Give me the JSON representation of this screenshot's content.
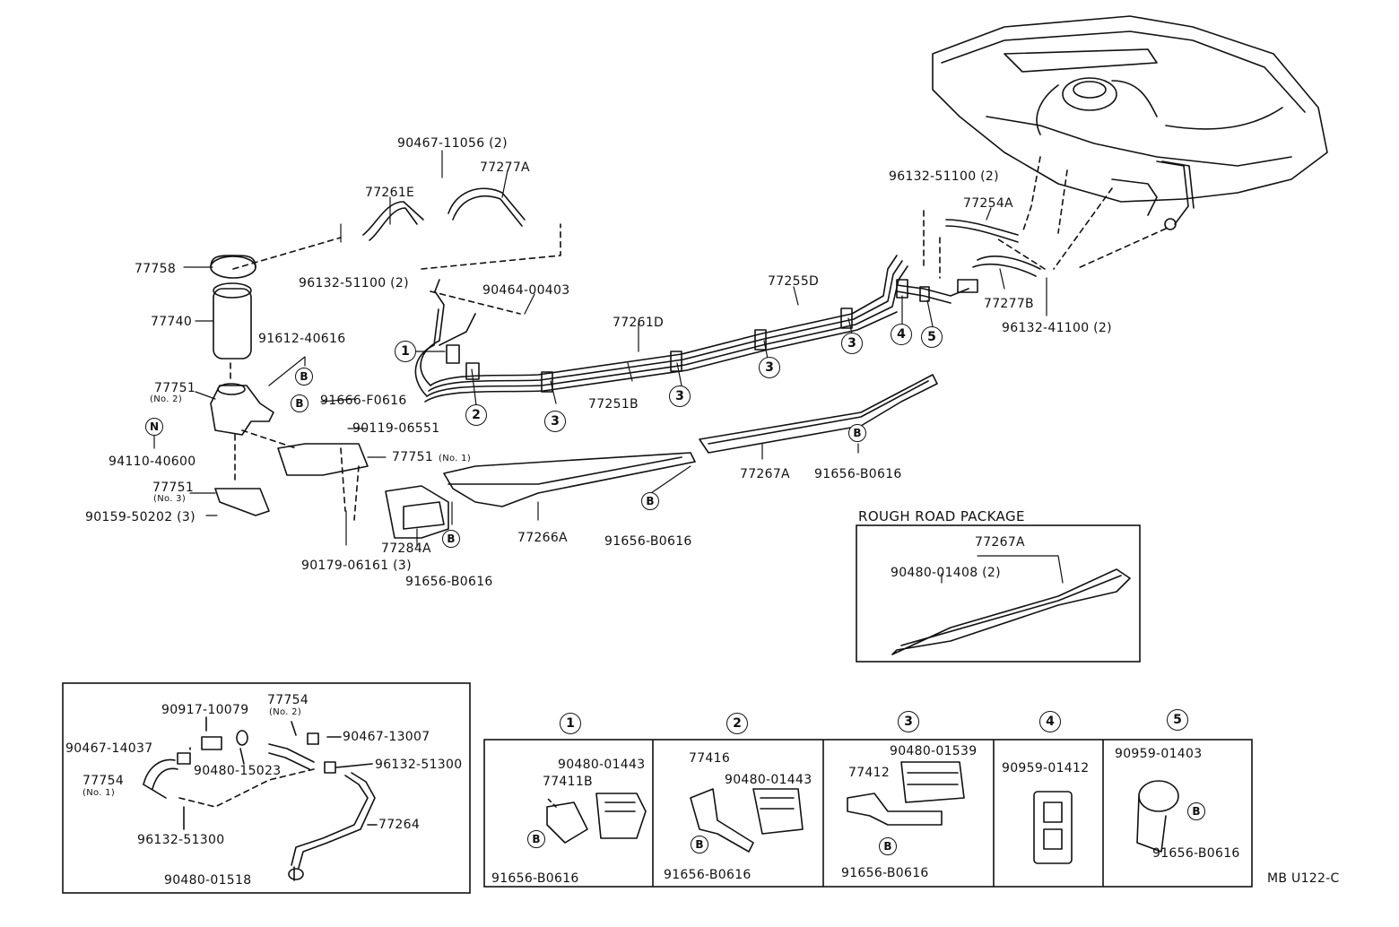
{
  "diagram_code": "MB U122-C",
  "rough_road_package": {
    "title": "ROUGH ROAD PACKAGE",
    "parts": {
      "p77267a": "77267A",
      "p90480_01408": "90480-01408 (2)"
    }
  },
  "main_parts": {
    "p90467_11056": "90467-11056 (2)",
    "p77277a": "77277A",
    "p77261e": "77261E",
    "p77758": "77758",
    "p96132_51100a": "96132-51100 (2)",
    "p90464_00403": "90464-00403",
    "p77740": "77740",
    "p91612_40616": "91612-40616",
    "p77751_no2": "77751",
    "p77751_no2_note": "(No. 2)",
    "p91666_f0616": "91666-F0616",
    "p90119_06551": "90119-06551",
    "p77751_no1": "77751",
    "p77751_no1_note": "(No. 1)",
    "p94110_40600": "94110-40600",
    "p77751_no3": "77751",
    "p77751_no3_note": "(No. 3)",
    "p90159_50202": "90159-50202 (3)",
    "p90179_06161": "90179-06161 (3)",
    "p77284a": "77284A",
    "p91656_b0616_a": "91656-B0616",
    "p77266a": "77266A",
    "p91656_b0616_b": "91656-B0616",
    "p77261d": "77261D",
    "p77251b": "77251B",
    "p77255d": "77255D",
    "p77267a": "77267A",
    "p91656_b0616_c": "91656-B0616",
    "p96132_51100b": "96132-51100 (2)",
    "p77254a": "77254A",
    "p77277b": "77277B",
    "p96132_41100": "96132-41100 (2)"
  },
  "callouts": {
    "c1": "1",
    "c2": "2",
    "c3": "3",
    "c4": "4",
    "c5": "5",
    "cB": "B",
    "cN": "N"
  },
  "hose_inset": {
    "p90917_10079": "90917-10079",
    "p77754_no2": "77754",
    "p77754_no2_note": "(No. 2)",
    "p90467_14037": "90467-14037",
    "p90467_13007": "90467-13007",
    "p90480_15023": "90480-15023",
    "p96132_51300a": "96132-51300",
    "p77754_no1": "77754",
    "p77754_no1_note": "(No. 1)",
    "p77264": "77264",
    "p96132_51300b": "96132-51300",
    "p90480_01518": "90480-01518"
  },
  "clamp_details": [
    {
      "num": "1",
      "parts": [
        "90480-01443",
        "77411B",
        "91656-B0616"
      ]
    },
    {
      "num": "2",
      "parts": [
        "77416",
        "90480-01443",
        "91656-B0616"
      ]
    },
    {
      "num": "3",
      "parts": [
        "90480-01539",
        "77412",
        "91656-B0616"
      ]
    },
    {
      "num": "4",
      "parts": [
        "90959-01412"
      ]
    },
    {
      "num": "5",
      "parts": [
        "90959-01403",
        "91656-B0616"
      ]
    }
  ]
}
